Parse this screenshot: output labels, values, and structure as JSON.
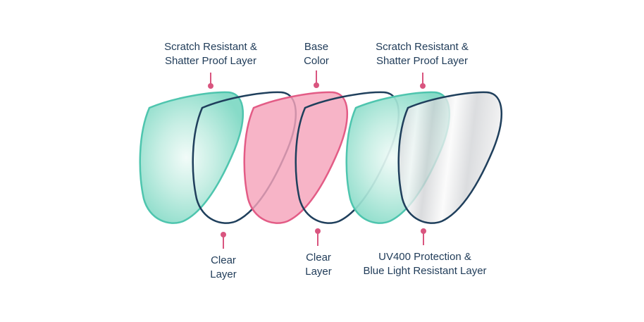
{
  "labels": {
    "top_left": {
      "line1": "Scratch Resistant &",
      "line2": "Shatter Proof Layer"
    },
    "top_mid": {
      "line1": "Base",
      "line2": "Color"
    },
    "top_right": {
      "line1": "Scratch Resistant &",
      "line2": "Shatter Proof Layer"
    },
    "bot_left": {
      "line1": "Clear",
      "line2": "Layer"
    },
    "bot_mid": {
      "line1": "Clear",
      "line2": "Layer"
    },
    "bot_right": {
      "line1": "UV400 Protection &",
      "line2": "Blue Light Resistant Layer"
    }
  },
  "colors": {
    "teal_fill": "#8fe0cf",
    "teal_stroke": "#4ec5ae",
    "pink_fill": "#f5a3bb",
    "pink_stroke": "#e35c86",
    "clear_stroke": "#1f3f5c",
    "silver_fill": "#d7d9dc",
    "pointer": "#d9557f",
    "text": "#1f3b58"
  }
}
